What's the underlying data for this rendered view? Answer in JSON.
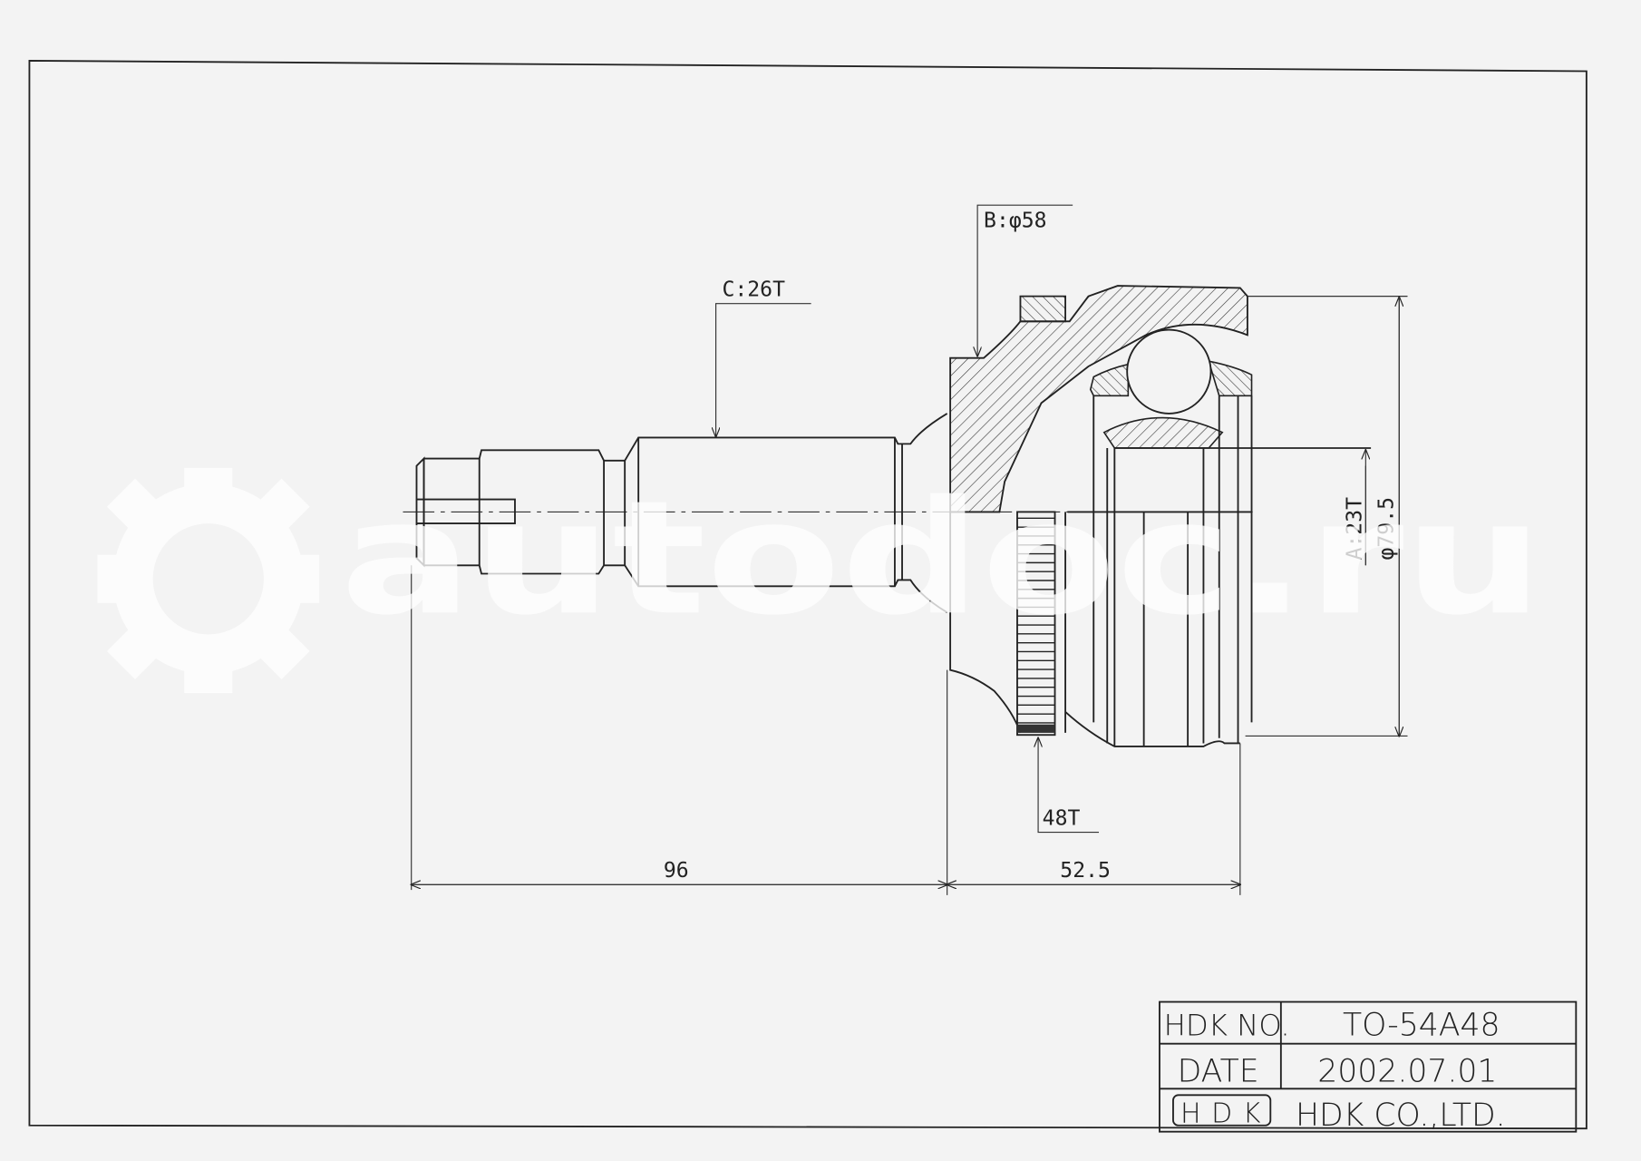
{
  "drawing": {
    "labels": {
      "spline_c": "C:26T",
      "diameter_b": "B:φ58",
      "abs_ring": "48T",
      "spline_a": "A:23T",
      "outer_diameter": "φ79.5",
      "length_shaft": "96",
      "length_joint": "52.5"
    }
  },
  "title_block": {
    "part_no_label": "HDK NO.",
    "part_no": "TO-54A48",
    "date_label": "DATE",
    "date": "2002.07.01",
    "logo": "HDK",
    "company": "HDK CO.,LTD."
  },
  "watermark": {
    "text": "autodoc.ru"
  }
}
